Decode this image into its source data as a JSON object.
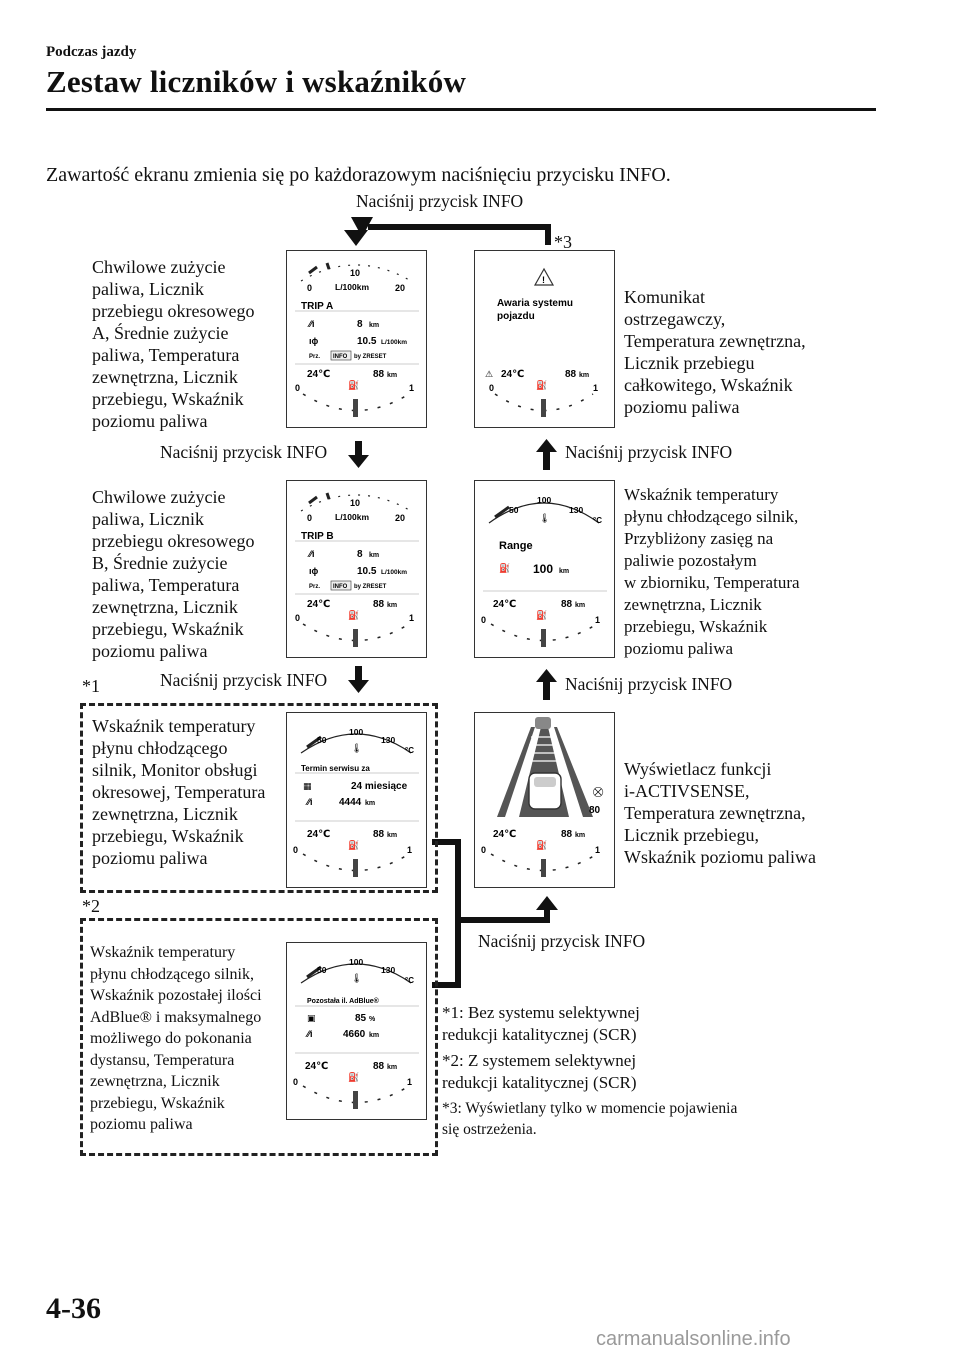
{
  "header": {
    "section": "Podczas jazdy",
    "title": "Zestaw liczników i wskaźników"
  },
  "intro": "Zawartość ekranu zmienia się po każdorazowym naciśnięciu przycisku INFO.",
  "press_info": "Naciśnij przycisk INFO",
  "descriptions": {
    "trip_a": [
      "Chwilowe zużycie",
      "paliwa, Licznik",
      "przebiegu okresowego",
      "A, Średnie zużycie",
      "paliwa, Temperatura",
      "zewnętrzna, Licznik",
      "przebiegu, Wskaźnik",
      "poziomu paliwa"
    ],
    "trip_b": [
      "Chwilowe zużycie",
      "paliwa, Licznik",
      "przebiegu okresowego",
      "B, Średnie zużycie",
      "paliwa, Temperatura",
      "zewnętrzna, Licznik",
      "przebiegu, Wskaźnik",
      "poziomu paliwa"
    ],
    "service": [
      "Wskaźnik temperatury",
      "płynu chłodzącego",
      "silnik, Monitor obsługi",
      "okresowej, Temperatura",
      "zewnętrzna, Licznik",
      "przebiegu, Wskaźnik",
      "poziomu paliwa"
    ],
    "adblue": [
      "Wskaźnik temperatury",
      "płynu chłodzącego silnik,",
      "Wskaźnik pozostałej ilości",
      "AdBlue® i maksymalnego",
      "możliwego do pokonania",
      "dystansu, Temperatura",
      "zewnętrzna, Licznik",
      "przebiegu, Wskaźnik",
      "poziomu paliwa"
    ],
    "warning": [
      "Komunikat",
      "ostrzegawczy,",
      "Temperatura zewnętrzna,",
      "Licznik przebiegu",
      "całkowitego, Wskaźnik",
      "poziomu paliwa"
    ],
    "range": [
      "Wskaźnik temperatury",
      "płynu chłodzącego silnik,",
      "Przybliżony zasięg na",
      "paliwie pozostałym",
      "w zbiorniku, Temperatura",
      "zewnętrzna, Licznik",
      "przebiegu, Wskaźnik",
      "poziomu paliwa"
    ],
    "activsense": [
      "Wyświetlacz funkcji",
      "i-ACTIVSENSE,",
      "Temperatura zewnętrzna,",
      "Licznik przebiegu,",
      "Wskaźnik poziomu paliwa"
    ]
  },
  "stars": {
    "s1": "*1",
    "s2": "*2",
    "s3": "*3"
  },
  "notes": {
    "n1": [
      "*1: Bez systemu selektywnej",
      "redukcji katalitycznej (SCR)"
    ],
    "n2": [
      "*2: Z systemem selektywnej",
      "redukcji katalitycznej (SCR)"
    ],
    "n3": [
      "*3: Wyświetlany tylko w momencie pojawienia",
      "się ostrzeżenia."
    ]
  },
  "screens": {
    "temp": "24℃",
    "odo": "88",
    "km": "km",
    "fuel_gauge": {
      "empty": "0",
      "full": "1"
    },
    "consumption_gauge": {
      "min": "0",
      "mid": "10",
      "max": "20",
      "unit": "L/100km"
    },
    "coolant_gauge": {
      "low": "50",
      "mid": "100",
      "high": "130",
      "unit": "°C"
    },
    "trip_a": {
      "label": "TRIP A",
      "trip": "8",
      "trip_unit": "km",
      "avg": "10.5",
      "avg_unit": "L/100km",
      "reset_left": "Prz.",
      "reset_btn": "INFO",
      "reset_right": "by ZRESET"
    },
    "trip_b": {
      "label": "TRIP B",
      "trip": "8",
      "trip_unit": "km",
      "avg": "10.5",
      "avg_unit": "L/100km",
      "reset_left": "Prz.",
      "reset_btn": "INFO",
      "reset_right": "by ZRESET"
    },
    "warning": {
      "line1": "Awaria systemu",
      "line2": "pojazdu"
    },
    "range": {
      "label": "Range",
      "value": "100",
      "unit": "km"
    },
    "service": {
      "label": "Termin serwisu za",
      "months": "24 miesiące",
      "dist": "4444",
      "dist_unit": "km"
    },
    "adblue": {
      "label": "Pozostała il. AdBlue®",
      "percent": "85",
      "percent_unit": "%",
      "dist": "4660",
      "dist_unit": "km"
    },
    "activsense": {
      "speed": "80"
    }
  },
  "footer": {
    "page": "4-36",
    "watermark": "carmanualsonline.info"
  }
}
